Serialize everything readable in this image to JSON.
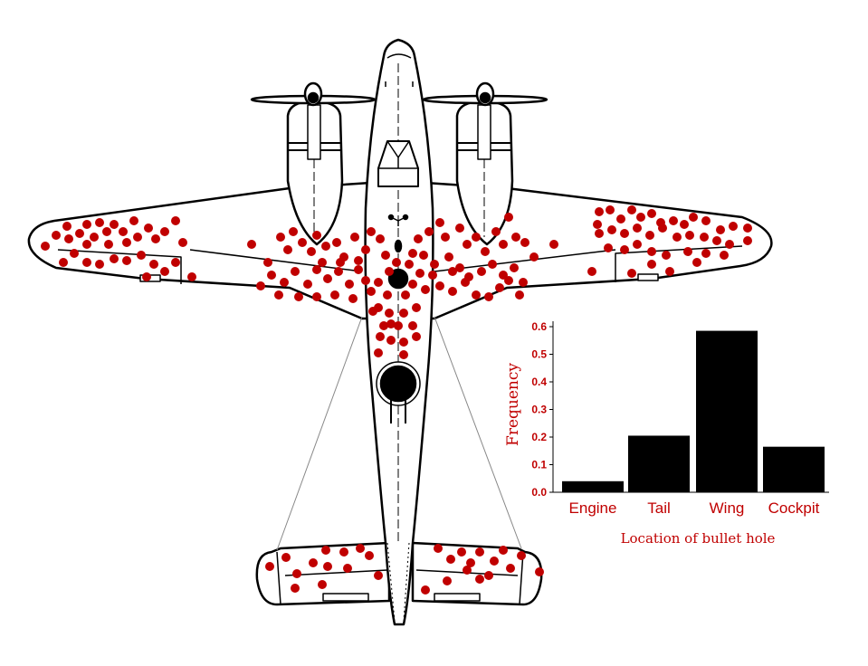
{
  "colors": {
    "label_red": "#c00000",
    "bullet_red": "#c00000",
    "bar_black": "#000000",
    "outline": "#000000"
  },
  "illustration": {
    "subject": "plane-icon",
    "marker": "bullet-hole-dot"
  },
  "chart_data": {
    "type": "bar",
    "categories": [
      "Engine",
      "Tail",
      "Wing",
      "Cockpit"
    ],
    "values": [
      0.04,
      0.205,
      0.585,
      0.165
    ],
    "title": "",
    "xlabel": "Location of bullet hole",
    "ylabel": "Frequency",
    "ylim": [
      0,
      0.6
    ],
    "yticks": [
      0.0,
      0.1,
      0.2,
      0.3,
      0.4,
      0.5,
      0.6
    ],
    "ytick_labels": [
      "0.0",
      "0.1",
      "0.2",
      "0.3",
      "0.4",
      "0.5",
      "0.6"
    ],
    "grid": false,
    "legend": "none"
  }
}
